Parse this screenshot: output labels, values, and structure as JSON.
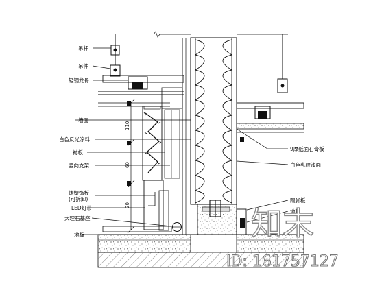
{
  "labels": {
    "hanger_rod": "吊杆",
    "fitting": "吊件",
    "light_steel_keel": "轻钢龙骨",
    "wall_face": "墙面",
    "white_reflective_paint": "白色反光涂料",
    "backing_board": "衬板",
    "vertical_bracket": "竖向支架",
    "removable_panel": "铸塑饰板\n(可拆卸)",
    "led_strip": "LED灯带",
    "marble_base": "大理石基座",
    "floor": "地板",
    "gypsum_ceiling": "9厚纸面石膏板",
    "white_latex_paint": "白色乳胶漆面",
    "skirting": "踢脚板",
    "floor_finish": "地毯"
  },
  "dimensions": {
    "d1": "110",
    "d2": "60",
    "d3": "20"
  },
  "watermark": {
    "brand": "知末",
    "id": "ID: 161757127"
  }
}
